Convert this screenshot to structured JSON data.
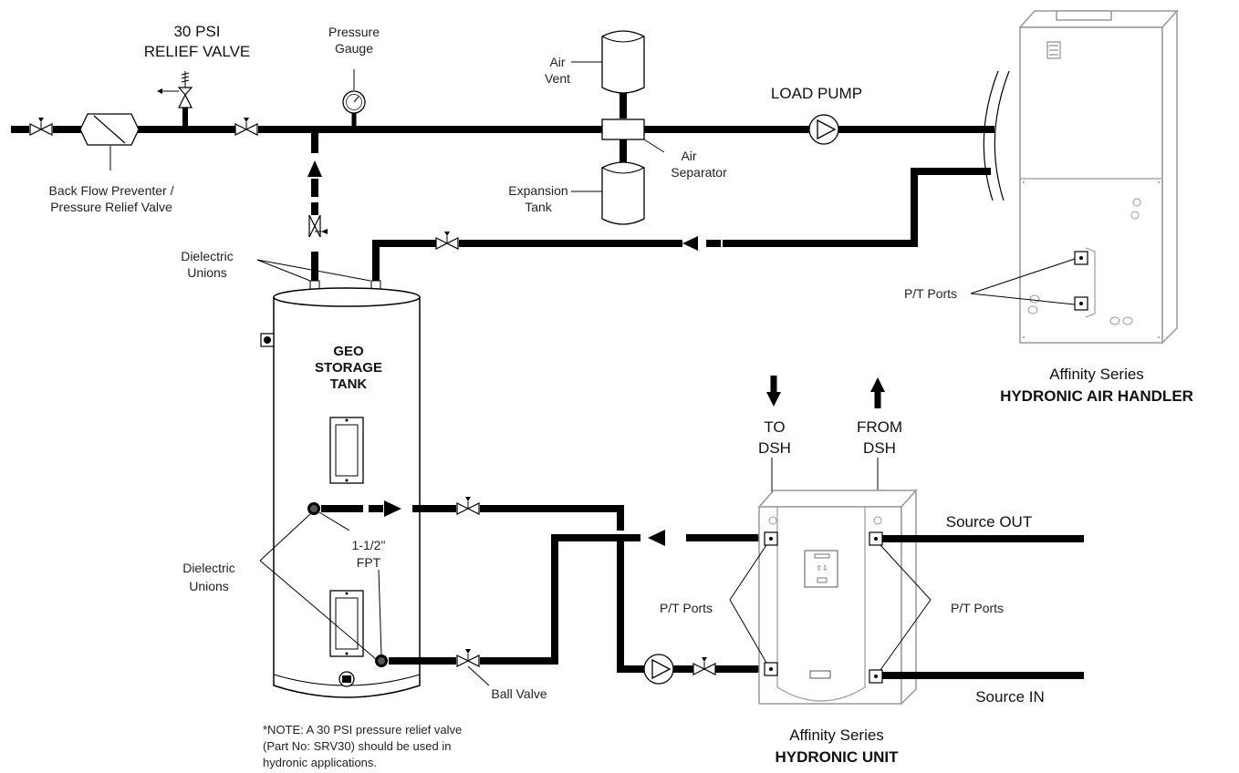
{
  "labels": {
    "relief_valve_l1": "30 PSI",
    "relief_valve_l2": "RELIEF VALVE",
    "pressure_gauge_l1": "Pressure",
    "pressure_gauge_l2": "Gauge",
    "air_vent_l1": "Air",
    "air_vent_l2": "Vent",
    "load_pump": "LOAD PUMP",
    "air_separator_l1": "Air",
    "air_separator_l2": "Separator",
    "expansion_tank_l1": "Expansion",
    "expansion_tank_l2": "Tank",
    "backflow_l1": "Back Flow Preventer /",
    "backflow_l2": "Pressure Relief Valve",
    "dielectric_top_l1": "Dielectric",
    "dielectric_top_l2": "Unions",
    "tank_l1": "GEO",
    "tank_l2": "STORAGE",
    "tank_l3": "TANK",
    "fpt_l1": "1-1/2ʺ",
    "fpt_l2": "FPT",
    "dielectric_bottom_l1": "Dielectric",
    "dielectric_bottom_l2": "Unions",
    "ball_valve": "Ball Valve",
    "pt_ports_air_handler": "P/T Ports",
    "air_handler_l1": "Affinity Series",
    "air_handler_l2": "HYDRONIC AIR HANDLER",
    "to_dsh_l1": "TO",
    "to_dsh_l2": "DSH",
    "from_dsh_l1": "FROM",
    "from_dsh_l2": "DSH",
    "source_out": "Source OUT",
    "source_in": "Source IN",
    "pt_ports_left": "P/T Ports",
    "pt_ports_right": "P/T Ports",
    "hydronic_unit_l1": "Affinity Series",
    "hydronic_unit_l2": "HYDRONIC UNIT",
    "note_l1": "*NOTE: A 30 PSI pressure relief valve",
    "note_l2": "(Part No: SRV30) should be used in",
    "note_l3": "hydronic applications."
  }
}
